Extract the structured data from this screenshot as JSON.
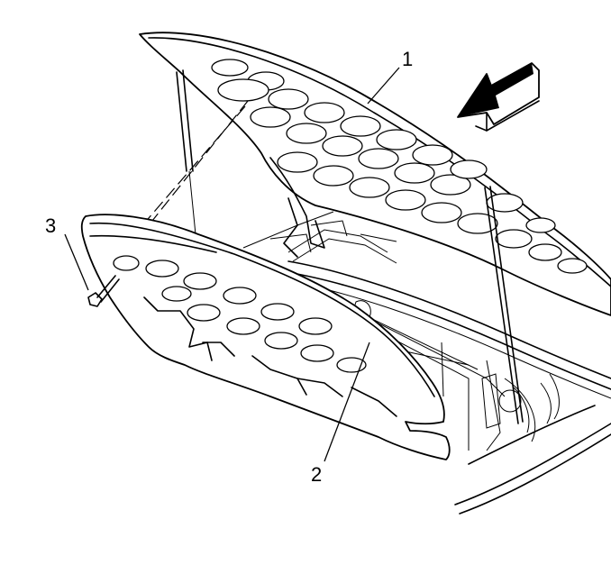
{
  "callouts": {
    "hood": "1",
    "insulator": "2",
    "retainer": "3"
  },
  "colors": {
    "ink": "#000000",
    "paper": "#ffffff"
  },
  "icons": {
    "direction": "front-direction-arrow-icon"
  }
}
